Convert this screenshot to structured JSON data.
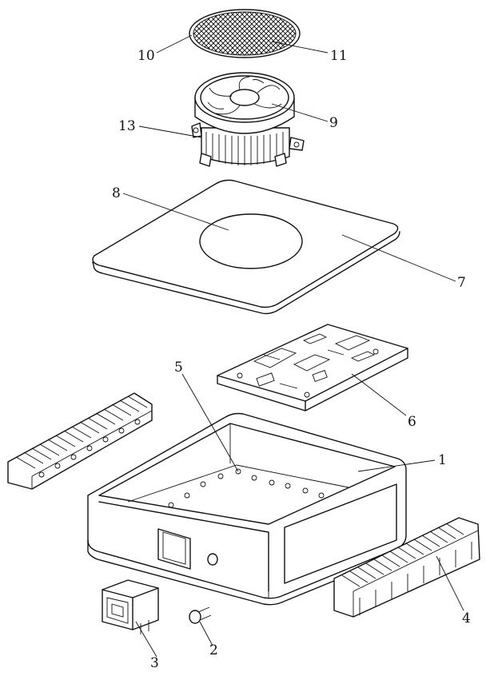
{
  "figure": {
    "callouts": [
      {
        "id": "1",
        "text": "1"
      },
      {
        "id": "2",
        "text": "2"
      },
      {
        "id": "3",
        "text": "3"
      },
      {
        "id": "4",
        "text": "4"
      },
      {
        "id": "5",
        "text": "5"
      },
      {
        "id": "6",
        "text": "6"
      },
      {
        "id": "7",
        "text": "7"
      },
      {
        "id": "8",
        "text": "8"
      },
      {
        "id": "9",
        "text": "9"
      },
      {
        "id": "10",
        "text": "10"
      },
      {
        "id": "11",
        "text": "11"
      },
      {
        "id": "13",
        "text": "13"
      }
    ],
    "line_color": "#111111",
    "background": "#ffffff"
  }
}
